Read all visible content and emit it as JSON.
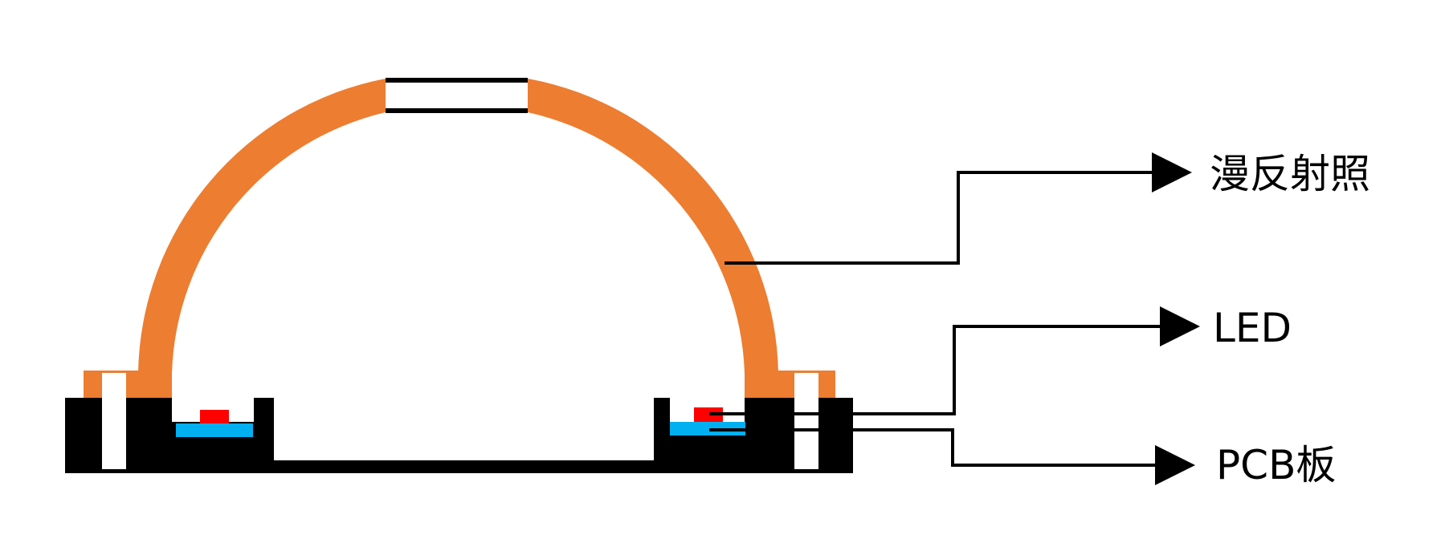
{
  "labels": {
    "diffuse": "漫反射照",
    "led": "LED",
    "pcb": "PCB板"
  },
  "colors": {
    "dome": "#ED7D31",
    "pcb_body": "#000000",
    "led_chip": "#FF0000",
    "led_substrate": "#00B0F0",
    "background": "#FFFFFF",
    "leader_line": "#000000"
  }
}
